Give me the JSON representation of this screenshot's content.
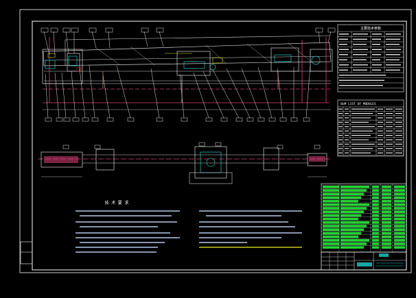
{
  "colors": {
    "background": "#000000",
    "frame": "#ffffff",
    "machine": "#d8d8d8",
    "centerline": "#e0407a",
    "leader": "#e8e8e8",
    "table_fill": "#22d433",
    "label": "#ffffff",
    "note_text": "#b8c8e8",
    "banner_text": "#c8c820",
    "cyan": "#22cccc",
    "note_title": "#ffffff"
  },
  "tech_table_title": "主要技术参数",
  "parts_table_title": "BoM LIST OF MODULES",
  "notes_title": "技 术 要 求"
}
